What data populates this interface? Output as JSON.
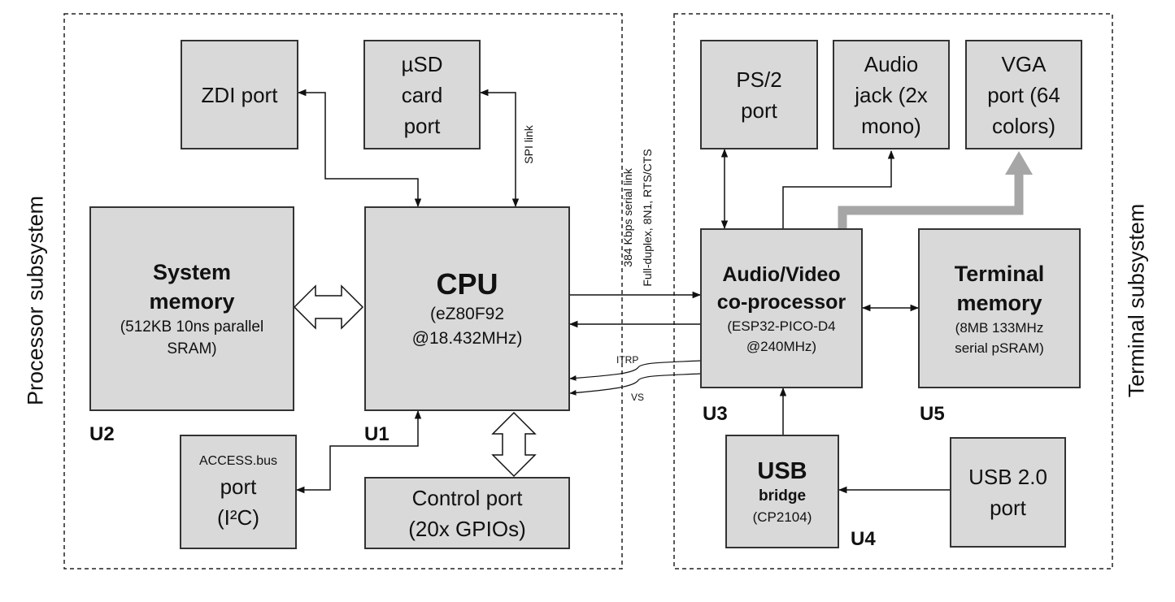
{
  "subsystems": {
    "processor": "Processor subsystem",
    "terminal": "Terminal subsystem"
  },
  "blocks": {
    "zdi": {
      "lines": [
        "ZDI port"
      ]
    },
    "usd": {
      "lines": [
        "µSD",
        "card",
        "port"
      ]
    },
    "system_memory": {
      "title": [
        "System",
        "memory"
      ],
      "sub": [
        "(512KB 10ns parallel",
        "SRAM)"
      ],
      "id": "U2"
    },
    "cpu": {
      "title": "CPU",
      "sub": [
        "(eZ80F92",
        "@18.432MHz)"
      ],
      "id": "U1"
    },
    "access_bus": {
      "top": "ACCESS.bus",
      "lines": [
        "port",
        "(I²C)"
      ]
    },
    "control": {
      "lines": [
        "Control port",
        "(20x GPIOs)"
      ]
    },
    "ps2": {
      "lines": [
        "PS/2",
        "port"
      ]
    },
    "audio": {
      "lines": [
        "Audio",
        "jack (2x",
        "mono)"
      ]
    },
    "vga": {
      "lines": [
        "VGA",
        "port (64",
        "colors)"
      ]
    },
    "av": {
      "title": [
        "Audio/Video",
        "co-processor"
      ],
      "sub": [
        "(ESP32-PICO-D4",
        "@240MHz)"
      ],
      "id": "U3"
    },
    "terminal_memory": {
      "title": [
        "Terminal",
        "memory"
      ],
      "sub": [
        "(8MB 133MHz",
        "serial pSRAM)"
      ],
      "id": "U5"
    },
    "usb_bridge": {
      "title": "USB",
      "mid": "bridge",
      "sub": "(CP2104)",
      "id": "U4"
    },
    "usb_port": {
      "lines": [
        "USB 2.0",
        "port"
      ]
    }
  },
  "links": {
    "spi": "SPI link",
    "serial_line1": "384 Kbps serial link",
    "serial_line2": "Full-duplex, 8N1, RTS/CTS",
    "itrp": "ITRP",
    "vs": "VS"
  }
}
